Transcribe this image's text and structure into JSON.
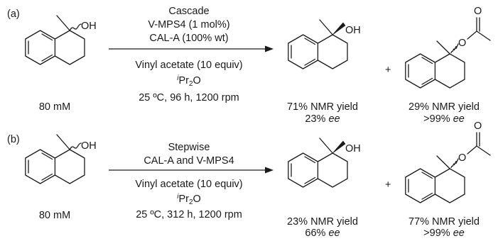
{
  "panel_a": {
    "label": "(a)",
    "start_oh": "OH",
    "start_conc": "80 mM",
    "conditions_top": [
      "Cascade",
      "V-MPS4 (1 mol%)",
      "CAL-A (100% wt)"
    ],
    "conditions_bottom": {
      "line1": "Vinyl acetate (10 equiv)",
      "solvent_prefix": "i",
      "solvent_main": "Pr",
      "solvent_sub": "2",
      "solvent_suffix": "O",
      "line3": "25 ºC, 96 h, 1200 rpm"
    },
    "product1_oh": "OH",
    "product1_yield": "71% NMR yield",
    "product1_ee_value": "23%",
    "product1_ee_unit": "ee",
    "plus": "+",
    "product2_o1": "O",
    "product2_o2": "O",
    "product2_yield": "29% NMR yield",
    "product2_ee_value": ">99%",
    "product2_ee_unit": "ee"
  },
  "panel_b": {
    "label": "(b)",
    "start_oh": "OH",
    "start_conc": "80 mM",
    "conditions_top": [
      "Stepwise",
      "CAL-A and V-MPS4"
    ],
    "conditions_bottom": {
      "line1": "Vinyl acetate (10 equiv)",
      "solvent_prefix": "i",
      "solvent_main": "Pr",
      "solvent_sub": "2",
      "solvent_suffix": "O",
      "line3": "25 ºC, 312 h, 1200 rpm"
    },
    "product1_oh": "OH",
    "product1_yield": "23% NMR yield",
    "product1_ee_value": "66%",
    "product1_ee_unit": "ee",
    "plus": "+",
    "product2_o1": "O",
    "product2_o2": "O",
    "product2_yield": "77% NMR yield",
    "product2_ee_value": ">99%",
    "product2_ee_unit": "ee"
  }
}
